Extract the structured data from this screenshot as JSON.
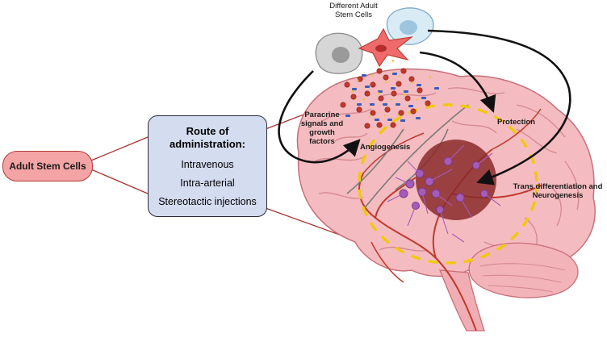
{
  "labels": {
    "adult_stem_cells": "Adult Stem Cells",
    "different_adult_stem_cells_line1": "Different Adult",
    "different_adult_stem_cells_line2": "Stem Cells",
    "paracrine_line1": "Paracrine",
    "paracrine_line2": "signals and",
    "paracrine_line3": "growth",
    "paracrine_line4": "factors",
    "angiogenesis": "Angiogenesis",
    "protection": "Protection",
    "trans_line1": "Trans differentiation and",
    "trans_line2": "Neurogenesis"
  },
  "route_box": {
    "title_line1": "Route of",
    "title_line2": "administration:",
    "routes": [
      "Intravenous",
      "Intra-arterial",
      "Stereotactic injections"
    ]
  },
  "colors": {
    "pill_fill": "#f4a4a4",
    "route_fill": "#d4dcf0",
    "brain": "#f4bcc0",
    "vessel": "#c0392b",
    "lesion": "#8a2a2a",
    "neuron": "#a65bb8",
    "dashed_region": "#f2c80f"
  }
}
